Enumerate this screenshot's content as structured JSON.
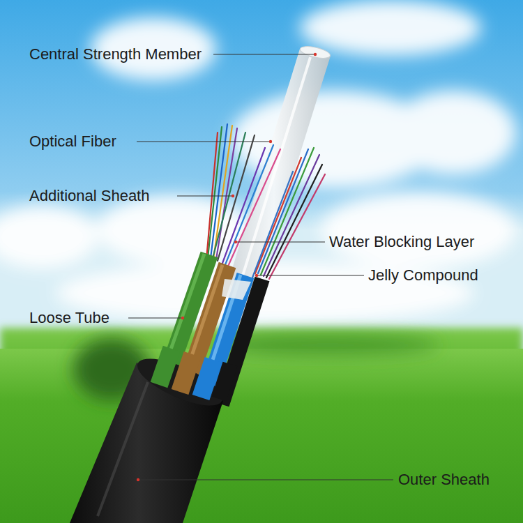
{
  "diagram": {
    "labels": [
      "Central Strength Member",
      "Optical Fiber",
      "Additional Sheath",
      "Water Blocking Layer",
      "Jelly Compound",
      "Loose Tube",
      "Outer Sheath"
    ]
  }
}
